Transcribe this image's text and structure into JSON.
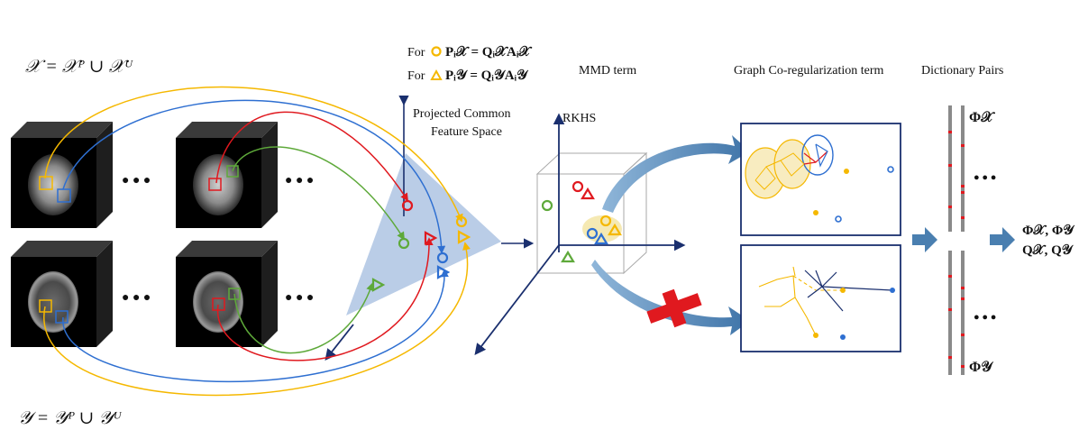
{
  "labels": {
    "set_x": "𝒳 = 𝒳ᴾ ∪ 𝒳ᵁ",
    "set_y": "𝒴 = 𝒴ᴾ ∪ 𝒴ᵁ",
    "for_circle_prefix": "For",
    "for_circle_eq": "Pᵢ𝒳 = Qᵢ𝒳Aᵢ𝒳",
    "for_tri_prefix": "For",
    "for_tri_eq": "Pᵢ𝒴 = Qᵢ𝒴Aᵢ𝒴",
    "projected_line1": "Projected Common",
    "projected_line2": "Feature Space",
    "mmd": "MMD term",
    "rkhs": "RKHS",
    "graph": "Graph Co-regularization term",
    "dict": "Dictionary Pairs",
    "phi_x": "Φ𝒳",
    "phi_y": "Φ𝒴",
    "out_line1": "Φ𝒳, Φ𝒴",
    "out_line2": "Q𝒳, Q𝒴",
    "dots": "● ● ●",
    "dots_small": "● ● ●"
  },
  "colors": {
    "yellow": "#f5b800",
    "blue": "#2e6fd1",
    "red": "#e0191f",
    "green": "#5ea93a",
    "navy": "#1a2f6e",
    "arrow_steel": "#4a7fb0"
  }
}
